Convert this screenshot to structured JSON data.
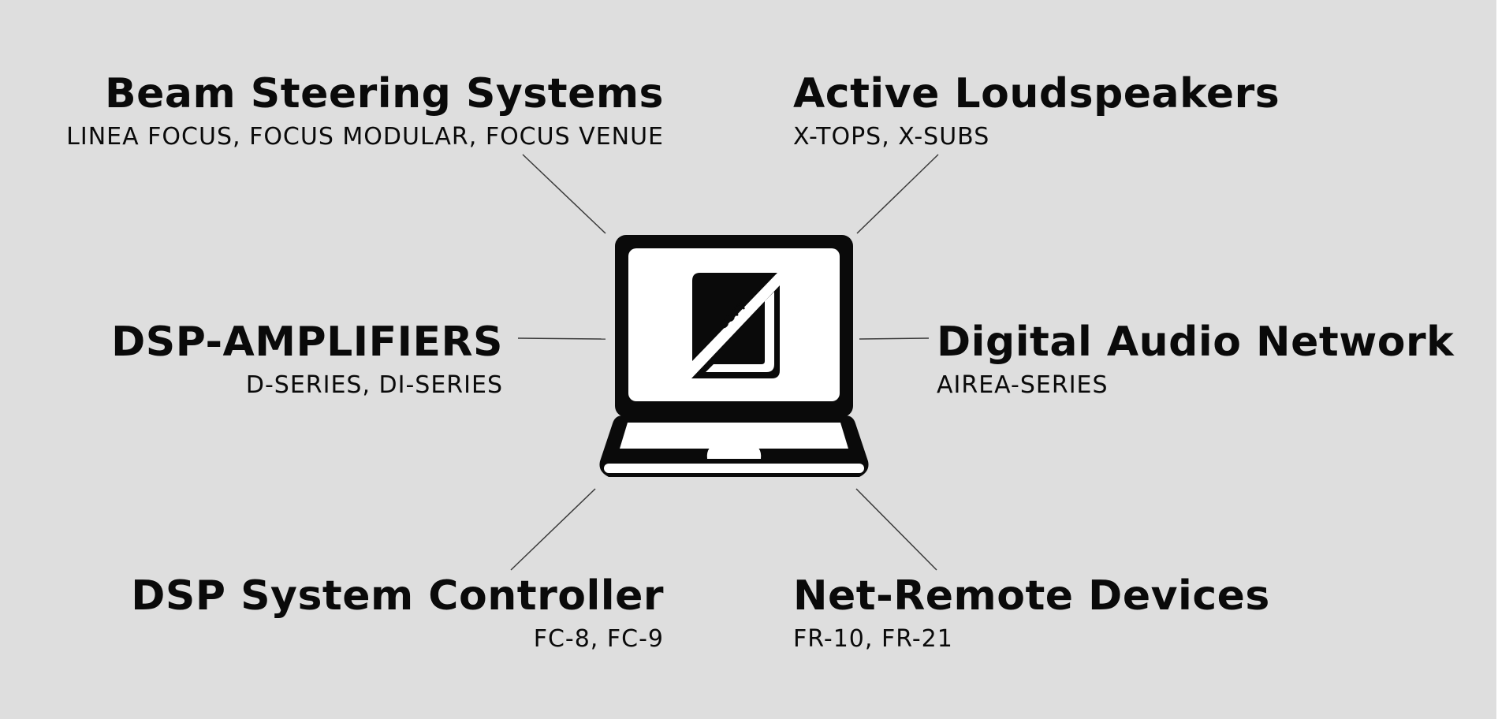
{
  "colors": {
    "background": "#dedede",
    "ink": "#0a0a0a",
    "screen": "#ffffff",
    "connector": "#3a3a3a",
    "edge": "#ffffff"
  },
  "center": {
    "icon": "laptop-icon",
    "logo_icon": "fj-soft-logo-icon",
    "logo_text": "SOFT"
  },
  "categories": [
    {
      "id": "beam-steering",
      "title": "Beam Steering Systems",
      "subtitle": "LINEA FOCUS, FOCUS MODULAR, FOCUS VENUE",
      "align": "right"
    },
    {
      "id": "active-loudspeakers",
      "title": "Active Loudspeakers",
      "subtitle": "X-TOPS, X-SUBS",
      "align": "left"
    },
    {
      "id": "dsp-amplifiers",
      "title": "DSP-AMPLIFIERS",
      "subtitle": "D-SERIES, DI-SERIES",
      "align": "right"
    },
    {
      "id": "digital-audio-network",
      "title": "Digital Audio Network",
      "subtitle": "AIREA-SERIES",
      "align": "left"
    },
    {
      "id": "dsp-system-controller",
      "title": "DSP System Controller",
      "subtitle": "FC-8, FC-9",
      "align": "right"
    },
    {
      "id": "net-remote-devices",
      "title": "Net-Remote Devices",
      "subtitle": "FR-10, FR-21",
      "align": "left"
    }
  ]
}
